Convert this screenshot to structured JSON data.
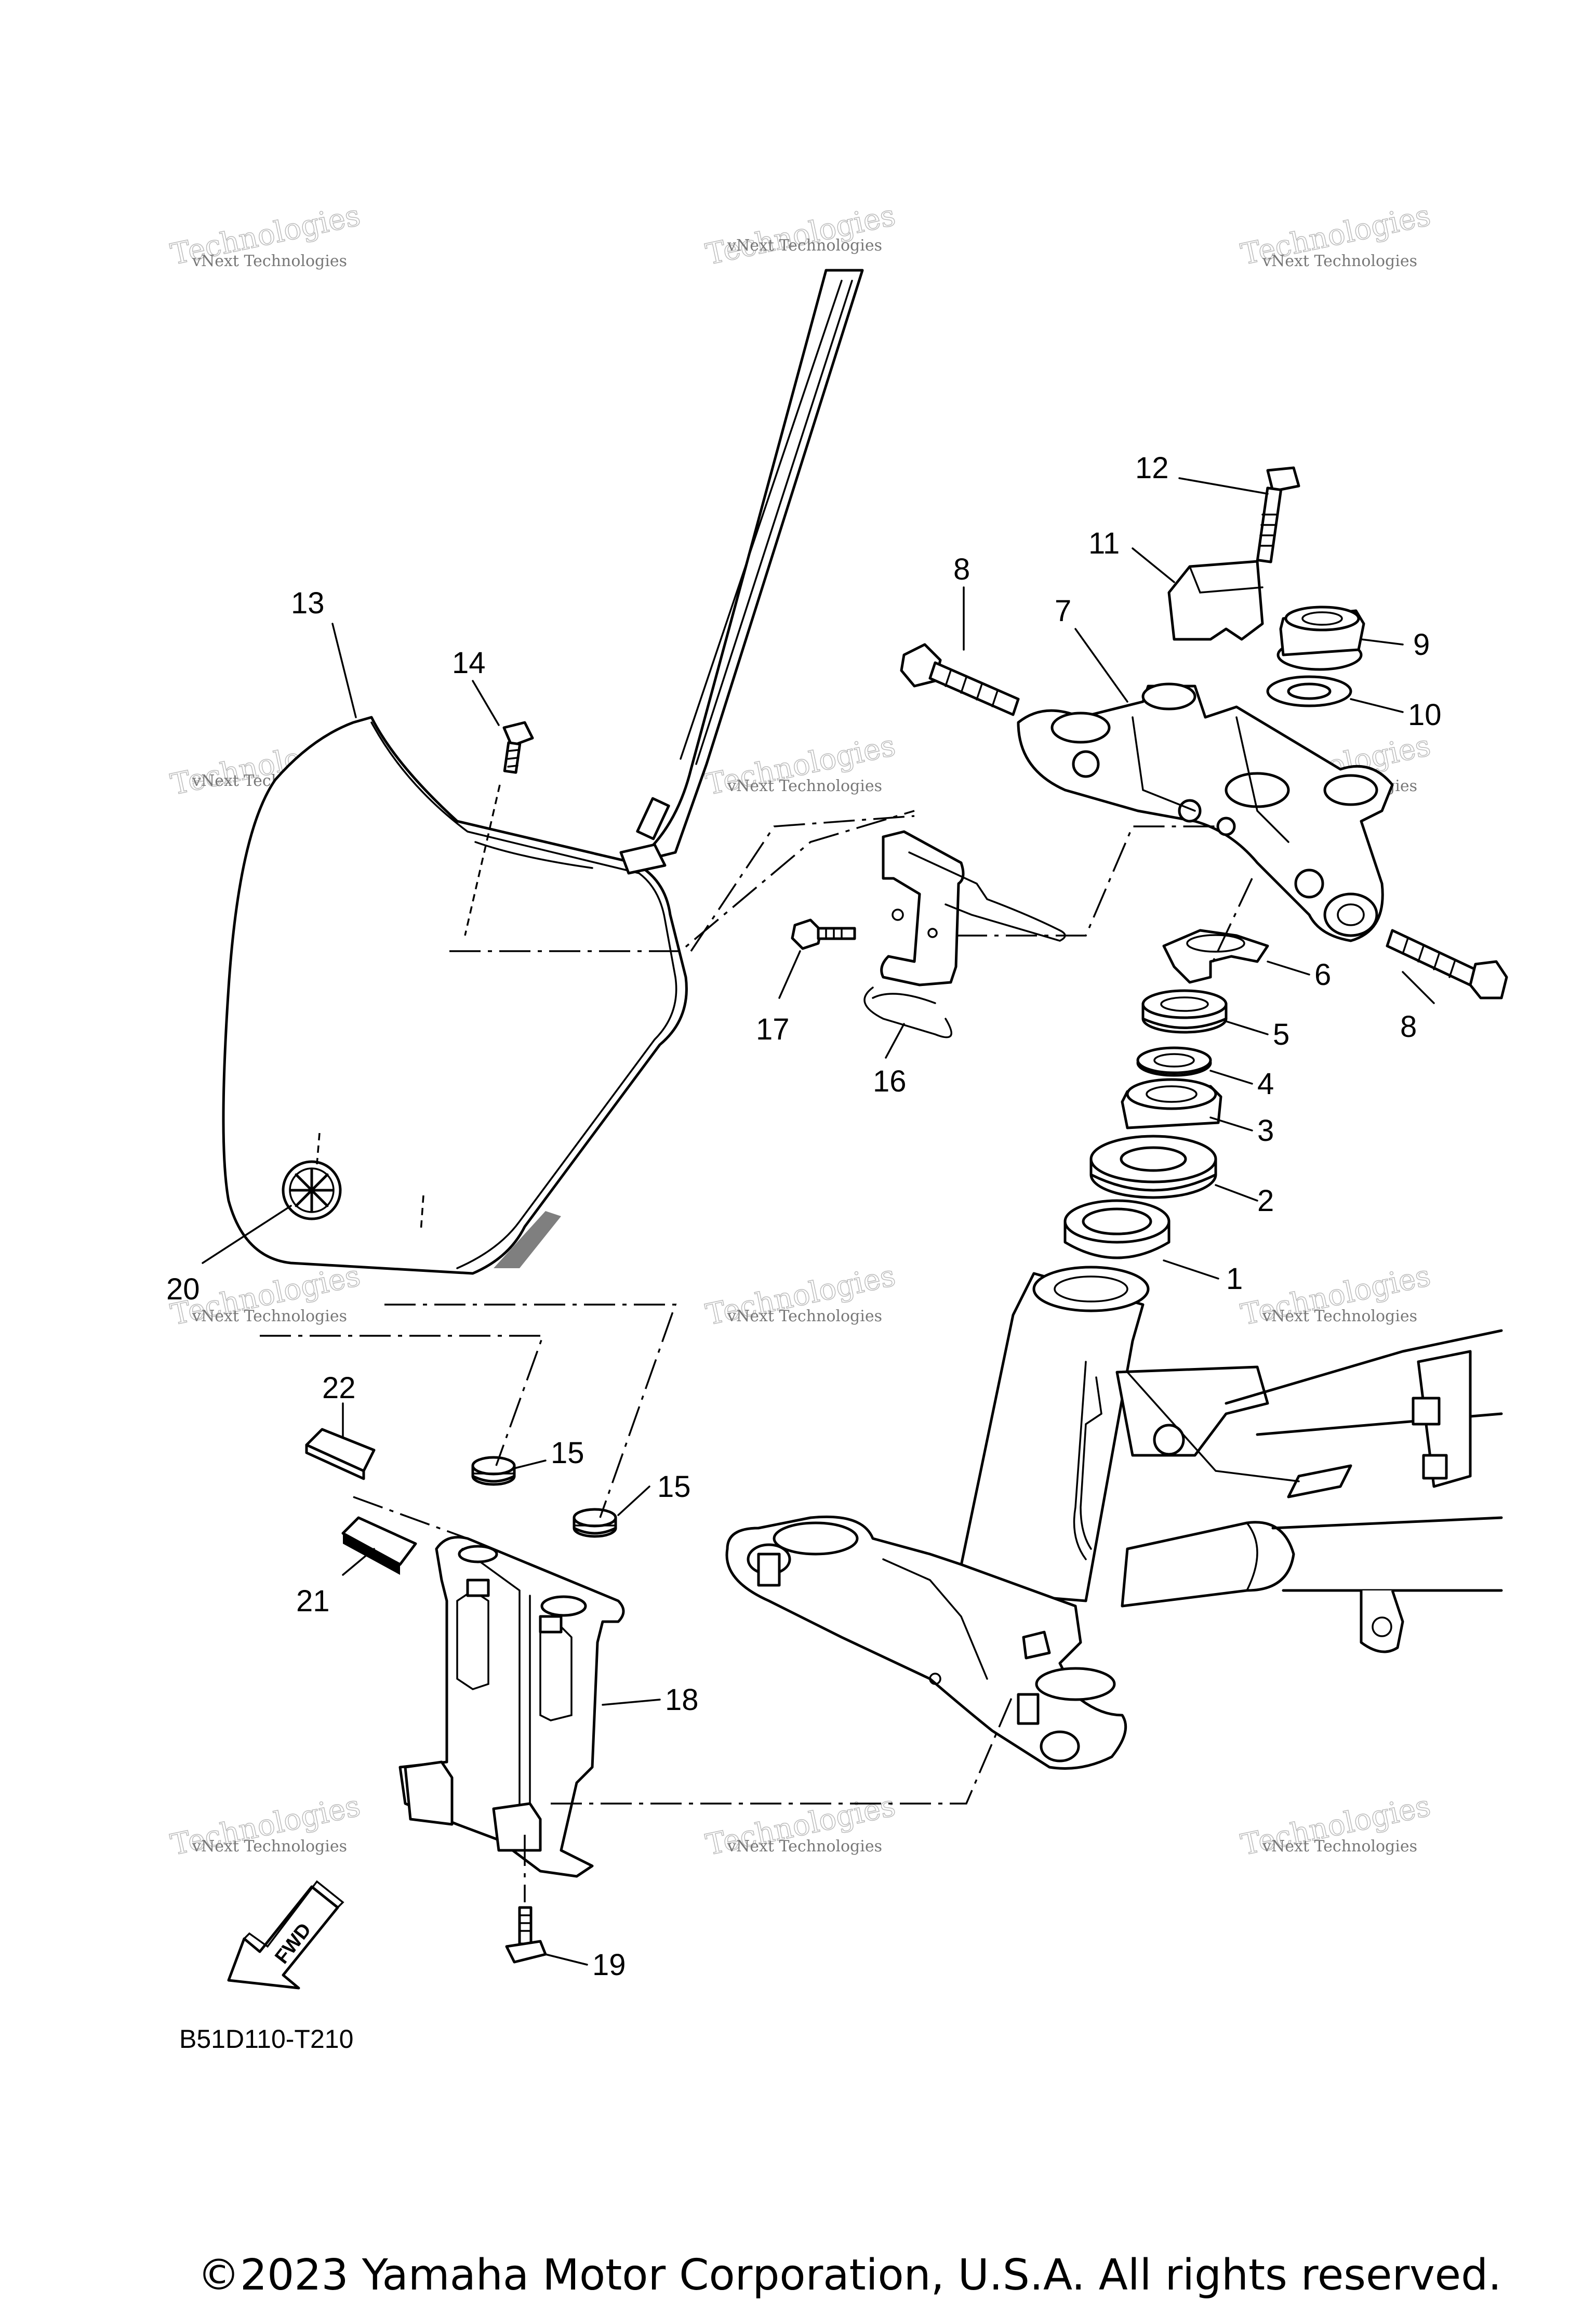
{
  "diagram": {
    "drawing_code": "B51D110-T210",
    "copyright": "©2023 Yamaha Motor Corporation, U.S.A. All rights reserved.",
    "fwd_label": "FWD",
    "watermark": {
      "line1": "vNext",
      "line2": "Technologies",
      "line3": "vNext Technologies"
    },
    "callouts": [
      {
        "id": "1",
        "label": "1"
      },
      {
        "id": "2",
        "label": "2"
      },
      {
        "id": "3",
        "label": "3"
      },
      {
        "id": "4",
        "label": "4"
      },
      {
        "id": "5",
        "label": "5"
      },
      {
        "id": "6",
        "label": "6"
      },
      {
        "id": "7",
        "label": "7"
      },
      {
        "id": "8a",
        "label": "8"
      },
      {
        "id": "8b",
        "label": "8"
      },
      {
        "id": "9",
        "label": "9"
      },
      {
        "id": "10",
        "label": "10"
      },
      {
        "id": "11",
        "label": "11"
      },
      {
        "id": "12",
        "label": "12"
      },
      {
        "id": "13",
        "label": "13"
      },
      {
        "id": "14",
        "label": "14"
      },
      {
        "id": "15a",
        "label": "15"
      },
      {
        "id": "15b",
        "label": "15"
      },
      {
        "id": "16",
        "label": "16"
      },
      {
        "id": "17",
        "label": "17"
      },
      {
        "id": "18",
        "label": "18"
      },
      {
        "id": "19",
        "label": "19"
      },
      {
        "id": "20",
        "label": "20"
      },
      {
        "id": "21",
        "label": "21"
      },
      {
        "id": "22",
        "label": "22"
      }
    ]
  }
}
